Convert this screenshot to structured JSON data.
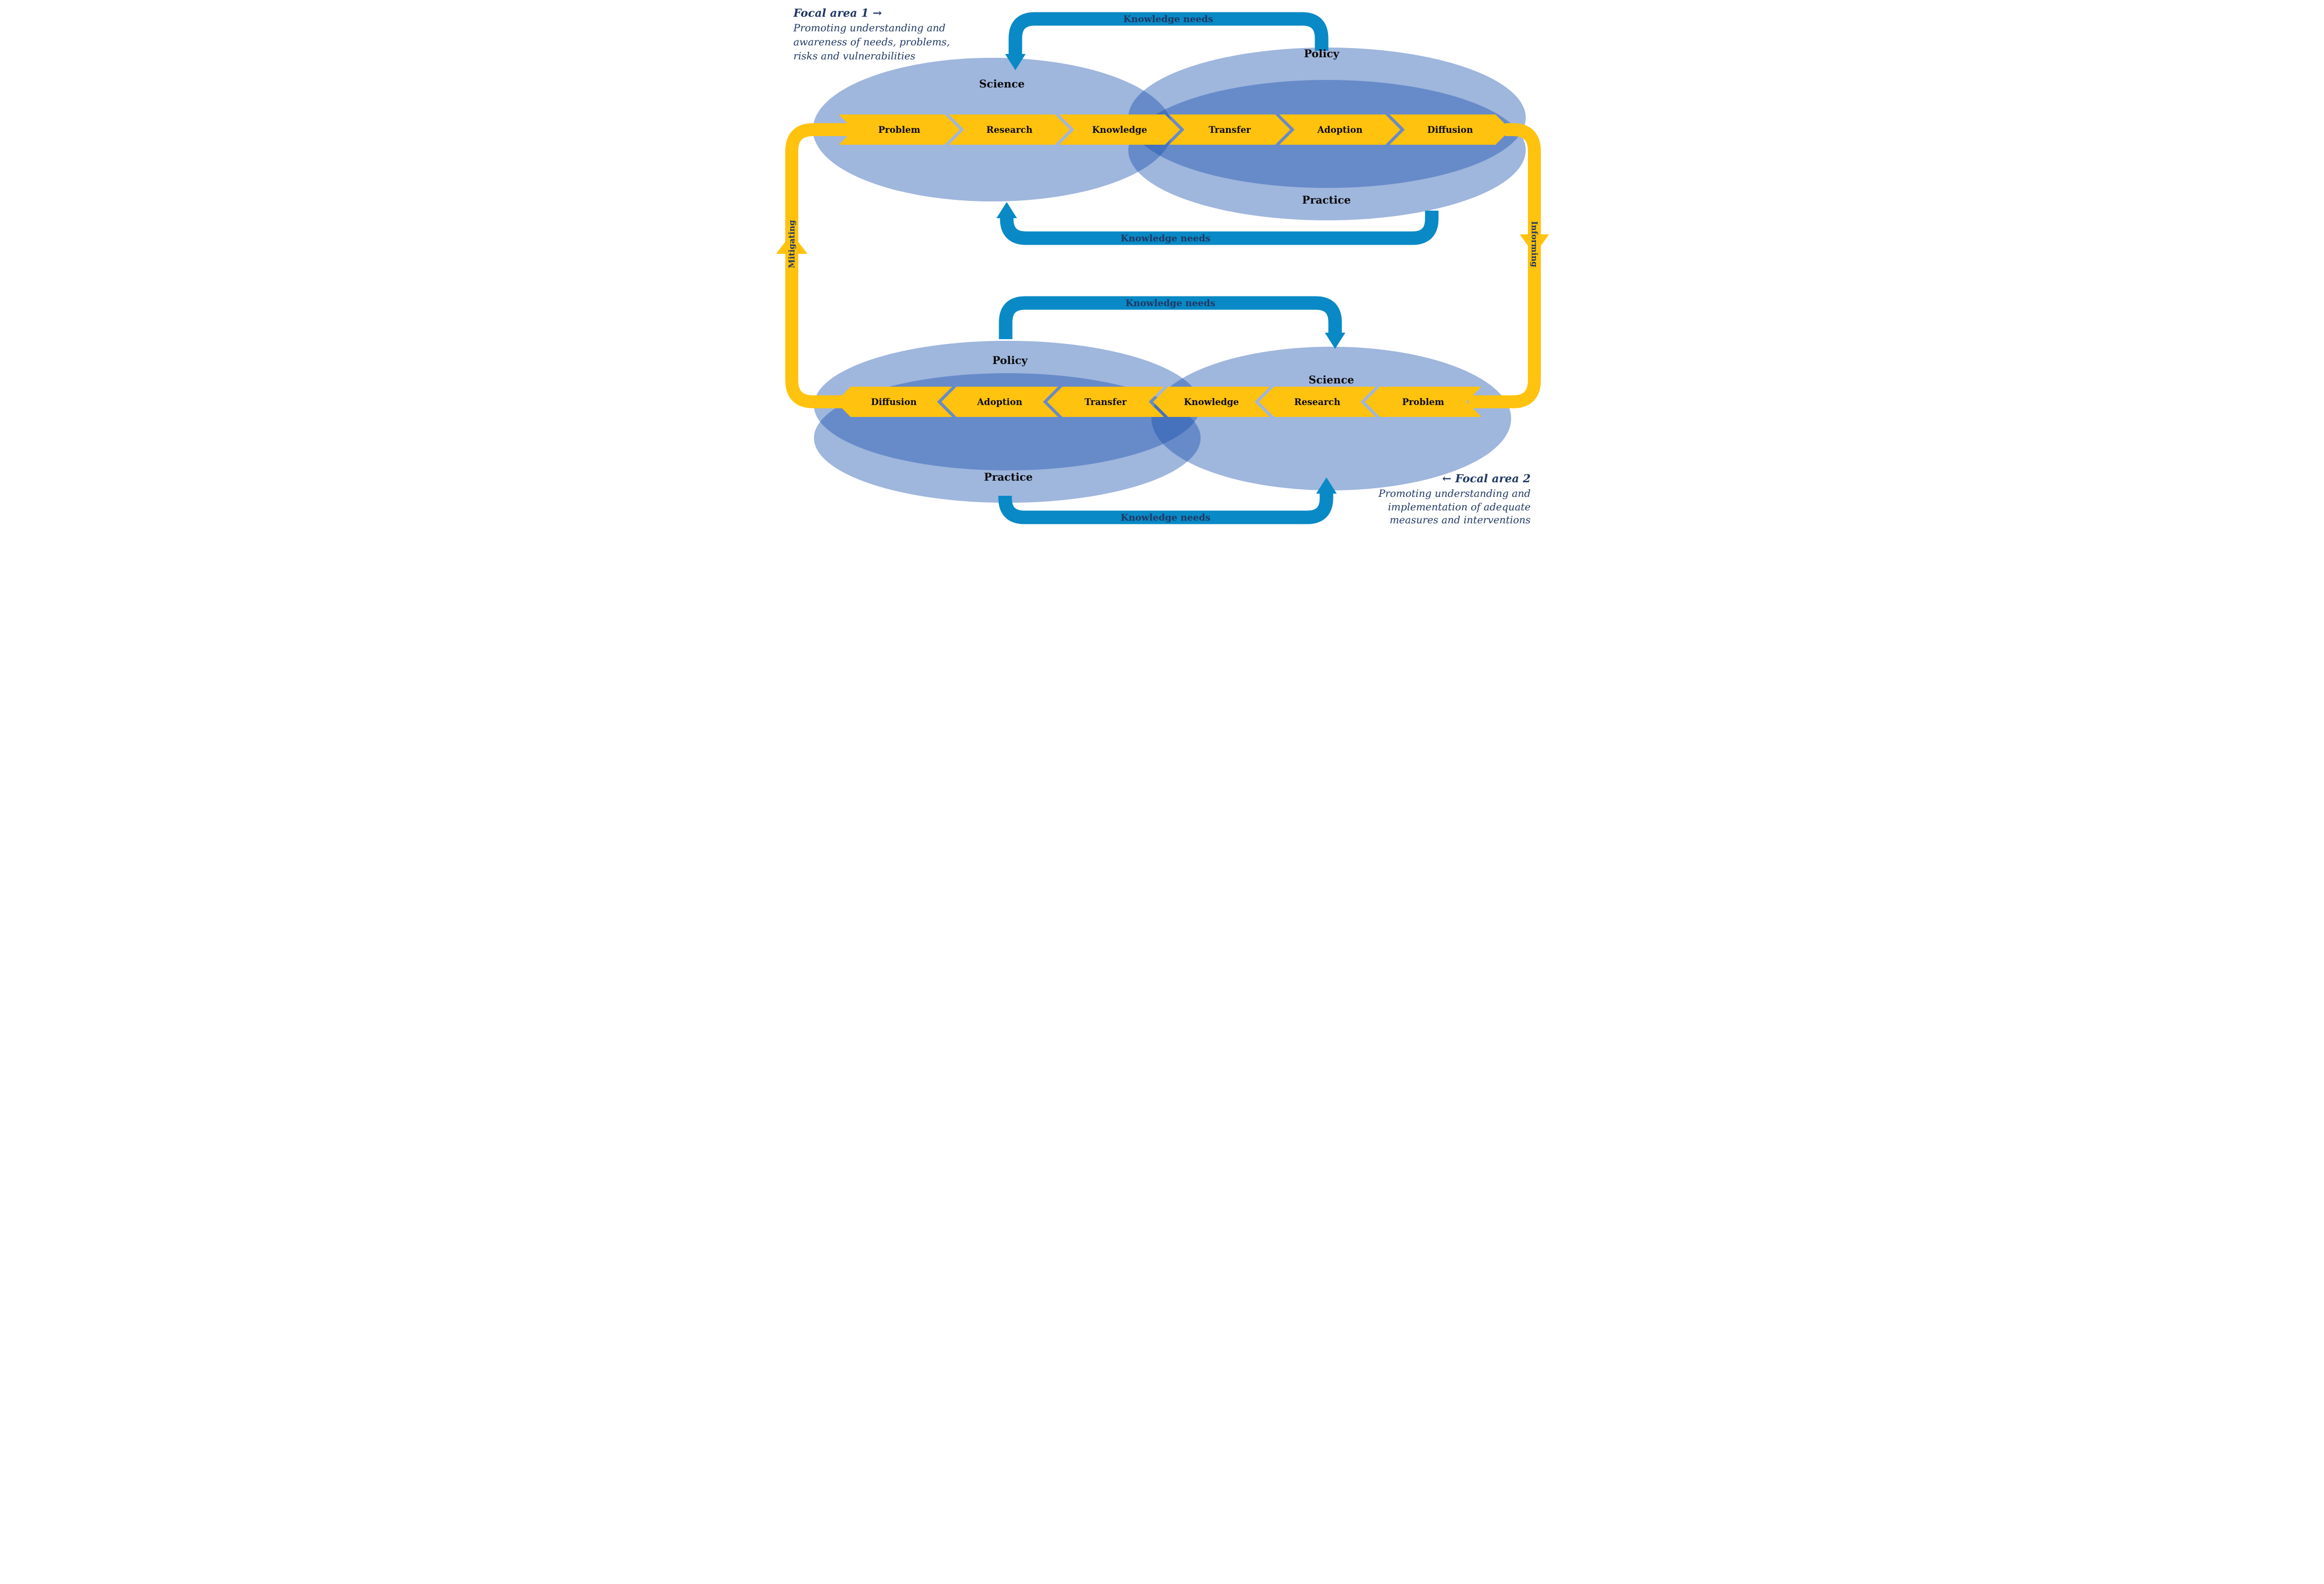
{
  "colors": {
    "yellow": "#FFC20E",
    "arrow_blue": "#0989C5",
    "ellipse_fill": "#1B52AE",
    "ellipse_opacity": "0.42",
    "navy": "#1F3864",
    "label_black": "#0A0A0A"
  },
  "focal_area_1": {
    "title": "Focal area 1 →",
    "lines": [
      "Promoting understanding and",
      "awareness of needs, problems,",
      "risks and vulnerabilities"
    ]
  },
  "focal_area_2": {
    "title": "← Focal area 2",
    "lines": [
      "Promoting understanding and",
      "implementation of adequate",
      "measures and interventions"
    ]
  },
  "groups": {
    "top": {
      "science": "Science",
      "policy": "Policy",
      "practice": "Practice"
    },
    "bottom": {
      "policy": "Policy",
      "science": "Science",
      "practice": "Practice"
    }
  },
  "rows": {
    "top": {
      "segments": [
        "Problem",
        "Research",
        "Knowledge",
        "Transfer",
        "Adoption",
        "Diffusion"
      ]
    },
    "bottom": {
      "segments": [
        "Diffusion",
        "Adoption",
        "Transfer",
        "Knowledge",
        "Research",
        "Problem"
      ]
    }
  },
  "arrows": {
    "top": "Knowledge needs",
    "mid_top": "Knowledge needs",
    "mid_bottom": "Knowledge needs",
    "bottom": "Knowledge needs"
  },
  "edges": {
    "left_label": "Mitigating",
    "right_label": "Informing"
  }
}
